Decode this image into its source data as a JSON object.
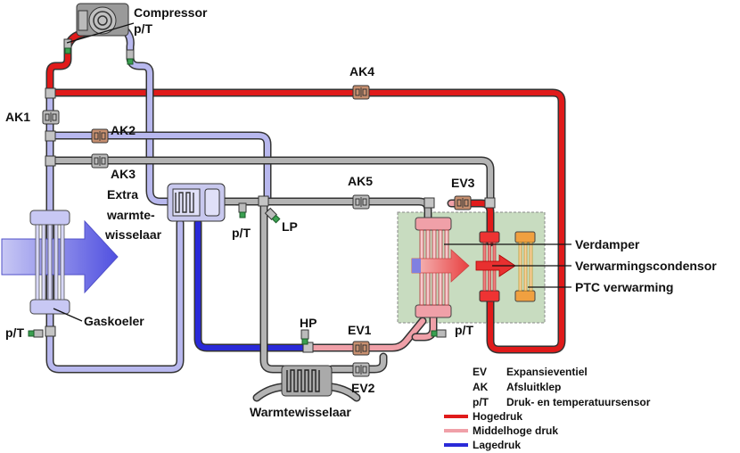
{
  "labels": {
    "compressor": "Compressor",
    "pt_top": "p/T",
    "ak1": "AK1",
    "ak2": "AK2",
    "ak3": "AK3",
    "ak4": "AK4",
    "ak5": "AK5",
    "ev1": "EV1",
    "ev2": "EV2",
    "ev3": "EV3",
    "extra_line1": "Extra",
    "extra_line2": "warmte-",
    "extra_line3": "wisselaar",
    "pt_mid": "p/T",
    "lp": "LP",
    "hp": "HP",
    "gaskoeler": "Gaskoeler",
    "pt_left": "p/T",
    "pt_right": "p/T",
    "warmtewisselaar": "Warmtewisselaar",
    "verdamper": "Verdamper",
    "verwarmingscondensor": "Verwarmingscondensor",
    "ptc": "PTC verwarming"
  },
  "valve_glyph": "⊡|⊠",
  "legend": {
    "abbr": [
      {
        "code": "EV",
        "text": "Expansieventiel"
      },
      {
        "code": "AK",
        "text": "Afsluitklep"
      },
      {
        "code": "p/T",
        "text": "Druk- en temperatuursensor"
      }
    ],
    "lines": [
      {
        "text": "Hogedruk",
        "color": "#e01a1a"
      },
      {
        "text": "Middelhoge druk",
        "color": "#f0a0a8"
      },
      {
        "text": "Lagedruk",
        "color": "#2a2ad8"
      }
    ]
  },
  "colors": {
    "high": "#e01a1a",
    "mid": "#f0a0a8",
    "low": "#2a2ad8",
    "lowLight": "#b8b8ee",
    "gray": "#b4b4b4",
    "outline": "#333333",
    "box": "#c8dcc0"
  }
}
